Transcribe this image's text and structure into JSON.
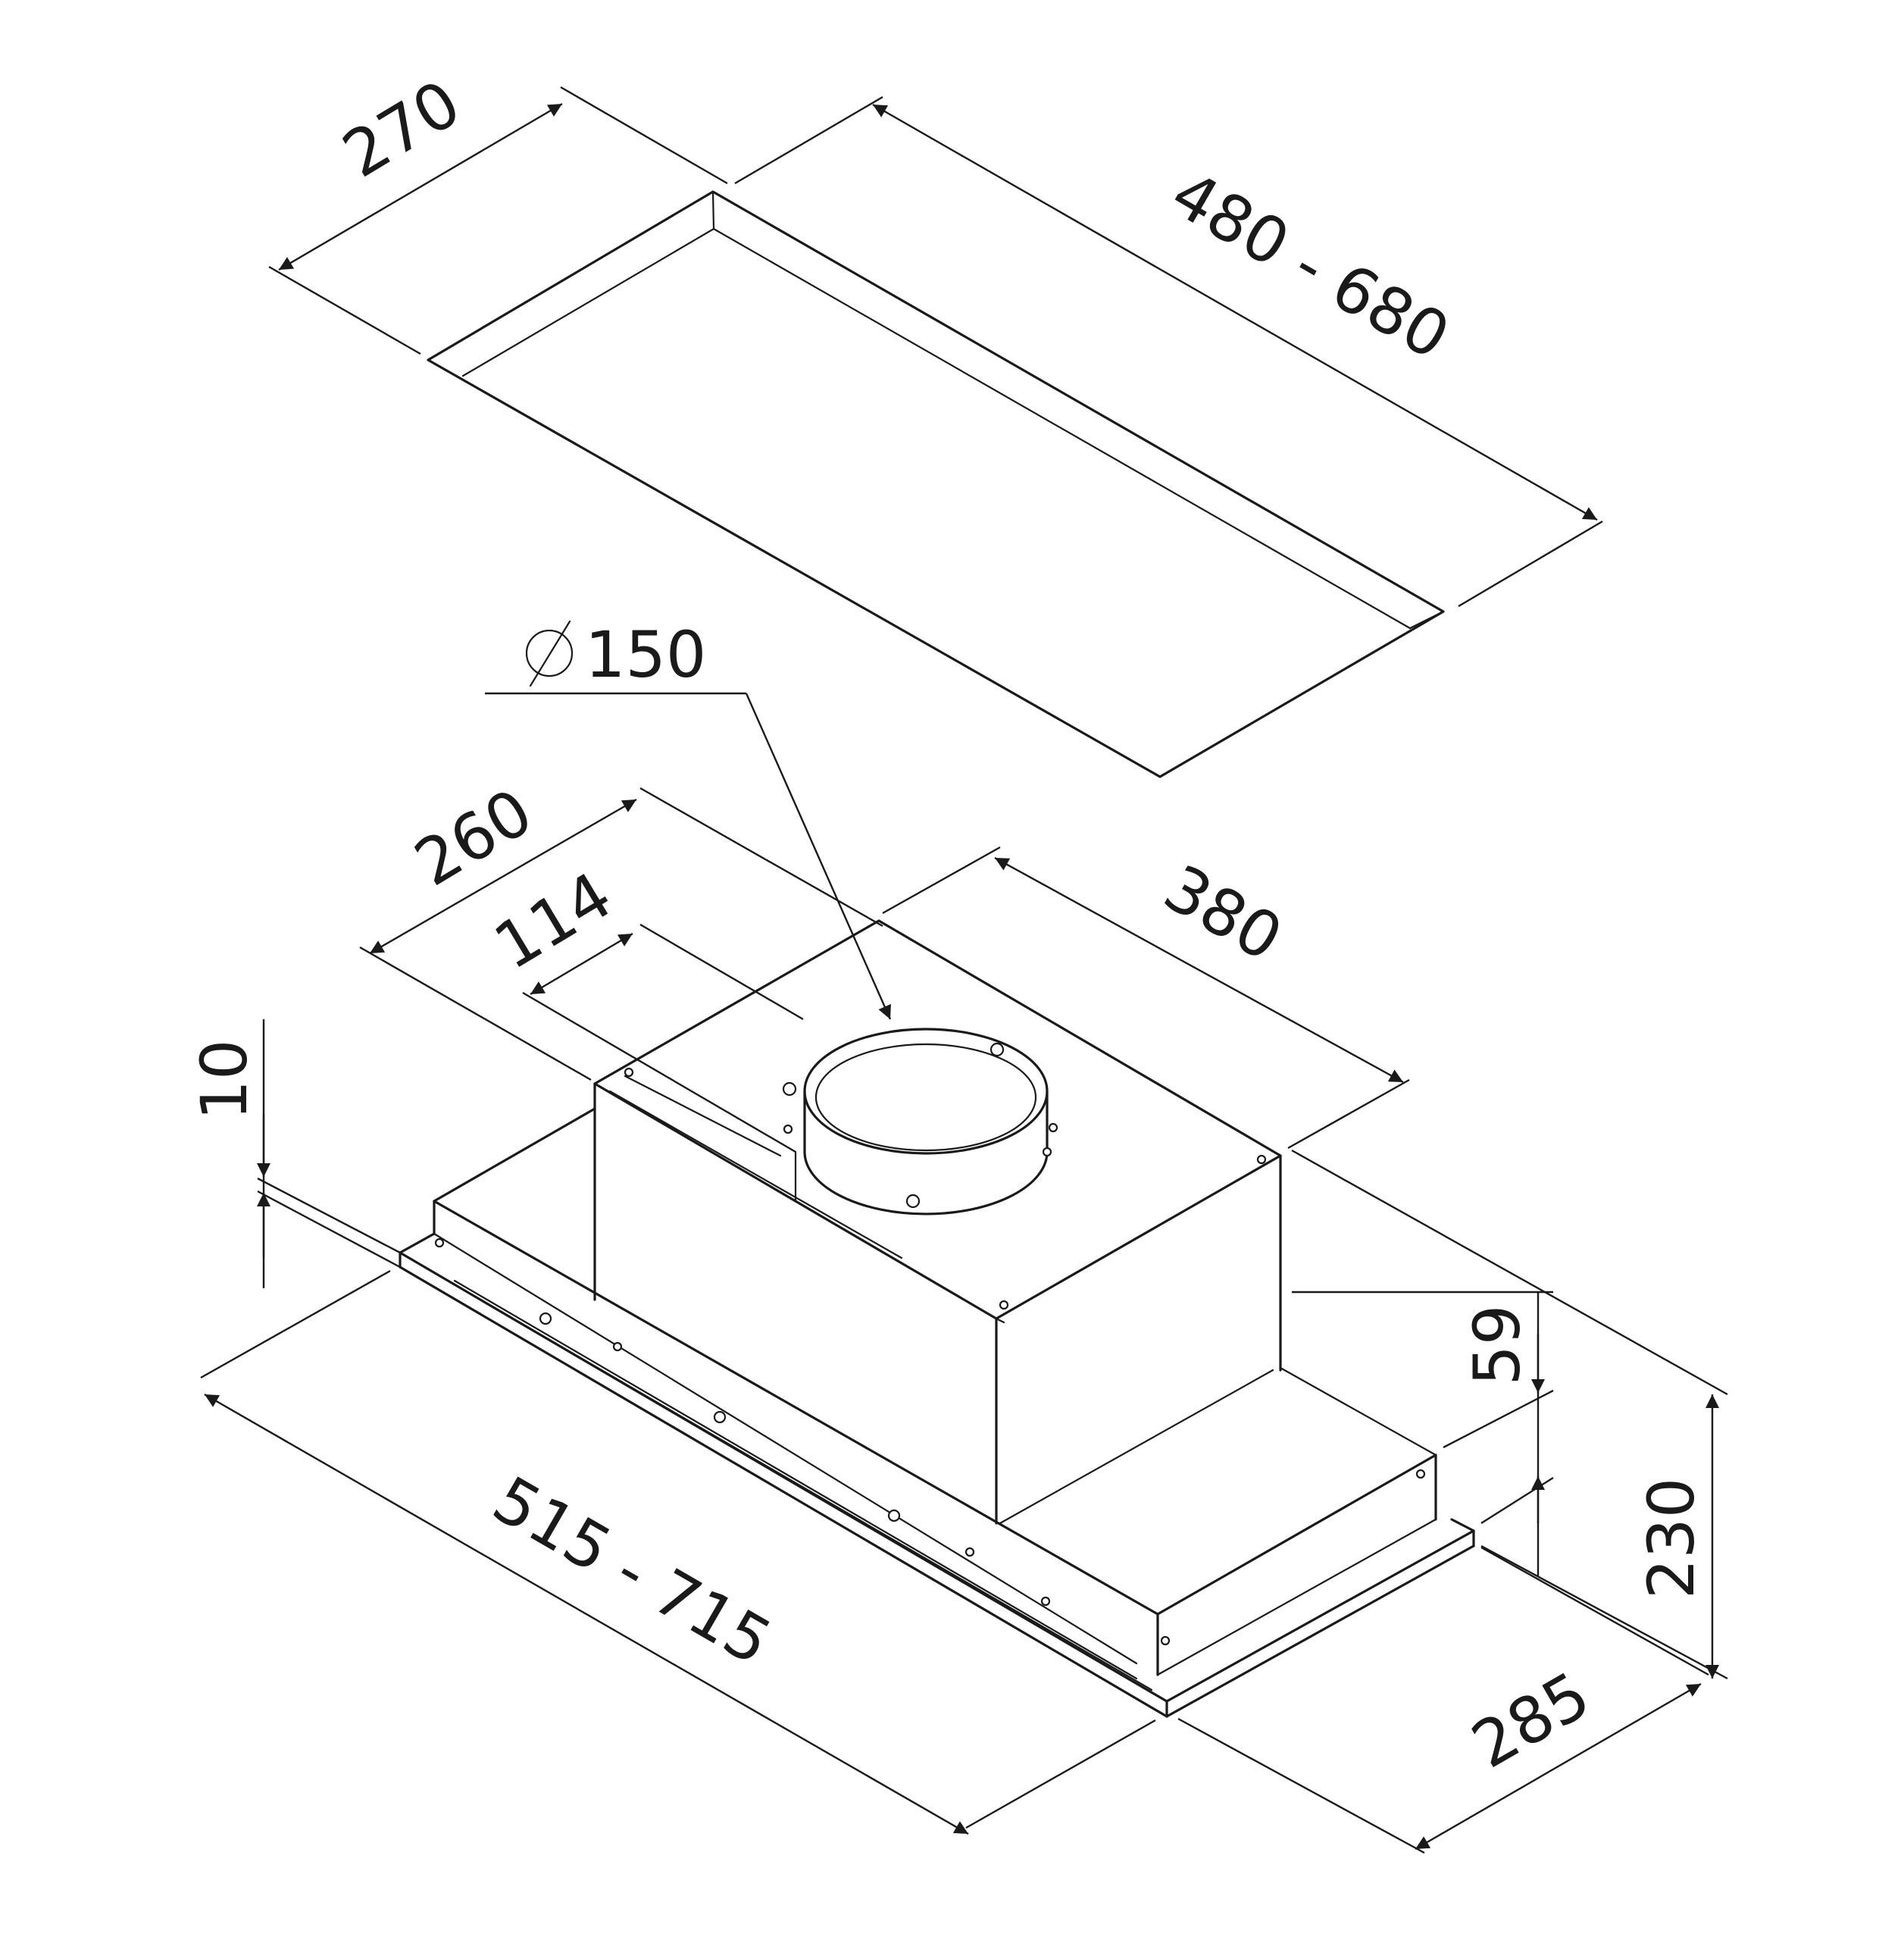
{
  "diagram": {
    "cutout_depth": "270",
    "cutout_width": "480 - 680",
    "duct_diameter": "150",
    "motor_depth": "260",
    "duct_offset": "114",
    "motor_width": "380",
    "frame_thickness": "10",
    "body_height_step": "59",
    "total_height": "230",
    "hood_depth": "285",
    "hood_width": "515 - 715"
  },
  "colors": {
    "line": "#1a1a1a",
    "background": "#ffffff"
  },
  "icons": {
    "diameter": "diameter-symbol-icon"
  }
}
